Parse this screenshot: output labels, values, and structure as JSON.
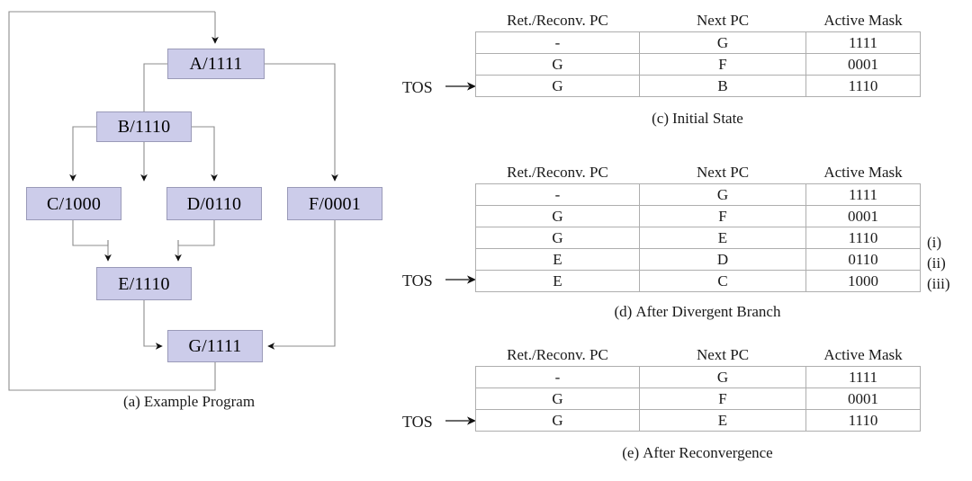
{
  "figure": {
    "graph": {
      "caption_tag": "(a)",
      "caption_text": "Example Program",
      "nodes": [
        {
          "id": "A",
          "label": "A/1111"
        },
        {
          "id": "B",
          "label": "B/1110"
        },
        {
          "id": "C",
          "label": "C/1000"
        },
        {
          "id": "D",
          "label": "D/0110"
        },
        {
          "id": "F",
          "label": "F/0001"
        },
        {
          "id": "E",
          "label": "E/1110"
        },
        {
          "id": "G",
          "label": "G/1111"
        }
      ],
      "node_fill": "#ccccea",
      "node_stroke": "#9a9ab8",
      "edge_color": "#8c8c8c"
    },
    "tables": [
      {
        "id": "c",
        "caption_tag": "(c)",
        "caption_text": "Initial State",
        "tos_label": "TOS",
        "headers": [
          "Ret./Reconv. PC",
          "Next PC",
          "Active Mask"
        ],
        "rows": [
          {
            "ret_pc": "-",
            "next_pc": "G",
            "mask": "1111",
            "tag": ""
          },
          {
            "ret_pc": "G",
            "next_pc": "F",
            "mask": "0001",
            "tag": ""
          },
          {
            "ret_pc": "G",
            "next_pc": "B",
            "mask": "1110",
            "tag": ""
          }
        ]
      },
      {
        "id": "d",
        "caption_tag": "(d)",
        "caption_text": "After Divergent Branch",
        "tos_label": "TOS",
        "headers": [
          "Ret./Reconv. PC",
          "Next PC",
          "Active Mask"
        ],
        "rows": [
          {
            "ret_pc": "-",
            "next_pc": "G",
            "mask": "1111",
            "tag": ""
          },
          {
            "ret_pc": "G",
            "next_pc": "F",
            "mask": "0001",
            "tag": ""
          },
          {
            "ret_pc": "G",
            "next_pc": "E",
            "mask": "1110",
            "tag": "(i)"
          },
          {
            "ret_pc": "E",
            "next_pc": "D",
            "mask": "0110",
            "tag": "(ii)"
          },
          {
            "ret_pc": "E",
            "next_pc": "C",
            "mask": "1000",
            "tag": "(iii)"
          }
        ]
      },
      {
        "id": "e",
        "caption_tag": "(e)",
        "caption_text": "After Reconvergence",
        "tos_label": "TOS",
        "headers": [
          "Ret./Reconv. PC",
          "Next PC",
          "Active Mask"
        ],
        "rows": [
          {
            "ret_pc": "-",
            "next_pc": "G",
            "mask": "1111",
            "tag": ""
          },
          {
            "ret_pc": "G",
            "next_pc": "F",
            "mask": "0001",
            "tag": ""
          },
          {
            "ret_pc": "G",
            "next_pc": "E",
            "mask": "1110",
            "tag": ""
          }
        ]
      }
    ]
  }
}
